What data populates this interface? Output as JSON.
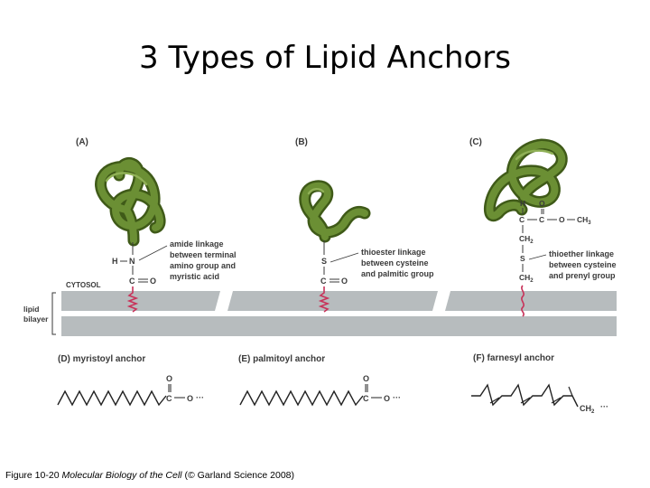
{
  "title": "3 Types of Lipid Anchors",
  "panels": {
    "a": "(A)",
    "b": "(B)",
    "c": "(C)",
    "d": "(D)  myristoyl anchor",
    "e": "(E)  palmitoyl anchor",
    "f": "(F)  farnesyl anchor"
  },
  "membrane": {
    "cytosol": "CYTOSOL",
    "lipid": "lipid",
    "bilayer": "bilayer"
  },
  "annotations": {
    "a": [
      "amide linkage",
      "between terminal",
      "amino group and",
      "myristic acid"
    ],
    "b": [
      "thioester linkage",
      "between cysteine",
      "and palmitic group"
    ],
    "c": [
      "thioether linkage",
      "between cysteine",
      "and prenyl group"
    ]
  },
  "chem": {
    "h": "H",
    "n": "N",
    "c": "C",
    "o": "O",
    "s": "S",
    "ch3": "CH",
    "ch2": "CH",
    "sub3": "3",
    "sub2": "2",
    "dots": "···"
  },
  "caption": {
    "prefix": "Figure 10-20  ",
    "book": "Molecular Biology of the Cell",
    "suffix": " (© Garland Science 2008)"
  },
  "colors": {
    "protein": "#5d7f2a",
    "protein_dark": "#3f5a18",
    "membrane": "#b7bcbe",
    "chain": "#c8335a"
  }
}
